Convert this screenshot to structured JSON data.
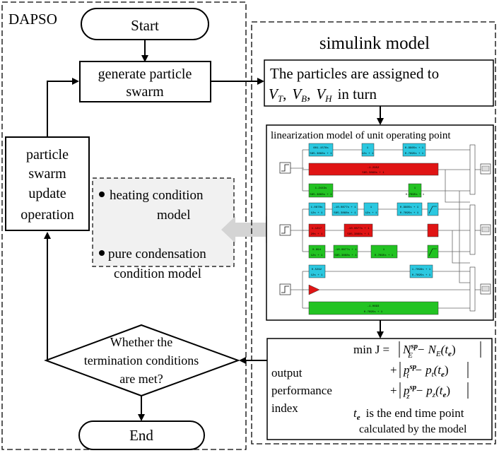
{
  "dapso": {
    "title": "DAPSO",
    "start": "Start",
    "generate_line1": "generate particle",
    "generate_line2": "swarm",
    "update_lines": [
      "particle",
      "swarm",
      "update",
      "operation"
    ],
    "decision_line1": "Whether the",
    "decision_line2": "termination conditions",
    "decision_line3": "are met?",
    "end": "End"
  },
  "conditions": {
    "item1_line1": "heating condition",
    "item1_line2": "model",
    "item2_line1": "pure condensation",
    "item2_line2": "condition model"
  },
  "simulink": {
    "title": "simulink model",
    "assign_line1": "The particles are assigned to",
    "var_vt": "V",
    "var_vt_sub": "T",
    "var_vb": "V",
    "var_vb_sub": "B",
    "var_vh": "V",
    "var_vh_sub": "H",
    "sep": ",",
    "in_turn": "in turn",
    "lin_title": "linearization model of unit operating point",
    "block_texts": [
      "601.1578s",
      "585.3868s + 1",
      "1",
      "12s + 1",
      "0.9965s + 1",
      "0.7695s + 1",
      "-1.2952",
      "585.3868s + 1",
      "1.2443s",
      "585.3868s + 1",
      "1",
      "0.7695s + 1",
      "1.0878s",
      "12s + 1",
      "-10.0877s + 1",
      "585.3868s + 1",
      "1",
      "12s + 1",
      "0.9965s + 1",
      "0.7695s + 1",
      "1.1217",
      "20s + 1",
      "-10.0877s + 1",
      "585.3868s + 1",
      "0.894",
      "12s + 1",
      "-10.0877s + 1",
      "585.3868s + 1",
      "1",
      "0.7695s + 1",
      "0.5292",
      "12s + 1",
      "1.7098s + 1",
      "0.7695s + 1",
      "-1.0693",
      "0.7695s + 1"
    ],
    "output_lines": [
      "output",
      "performance",
      "index"
    ],
    "objective_lhs": "min J =",
    "term1": "N",
    "term1_sup": "sp",
    "term1_sub": "E",
    "term1_minus": "− N",
    "term1_sub2": "E",
    "term1_arg": "(t",
    "term1_argsub": "e",
    "term1_close": ")",
    "plus": "+",
    "term2_a": "p",
    "term2_a_sup": "sp",
    "term2_a_sub": "t",
    "term2_minus": "− p",
    "term2_b_sub": "t",
    "term3_a": "p",
    "term3_a_sup": "sp",
    "term3_a_sub": "z",
    "term3_minus": "− p",
    "term3_b_sub": "z",
    "te_symbol": "t",
    "te_sub": "e",
    "te_text1": "is the end time point",
    "te_text2": "calculated by the model"
  },
  "colors": {
    "cyan_block": "#2bc8e0",
    "red_block": "#e01414",
    "green_block": "#22c322",
    "arrow_gray": "#d4d4d4",
    "panel_bg": "#f1f1f1"
  }
}
